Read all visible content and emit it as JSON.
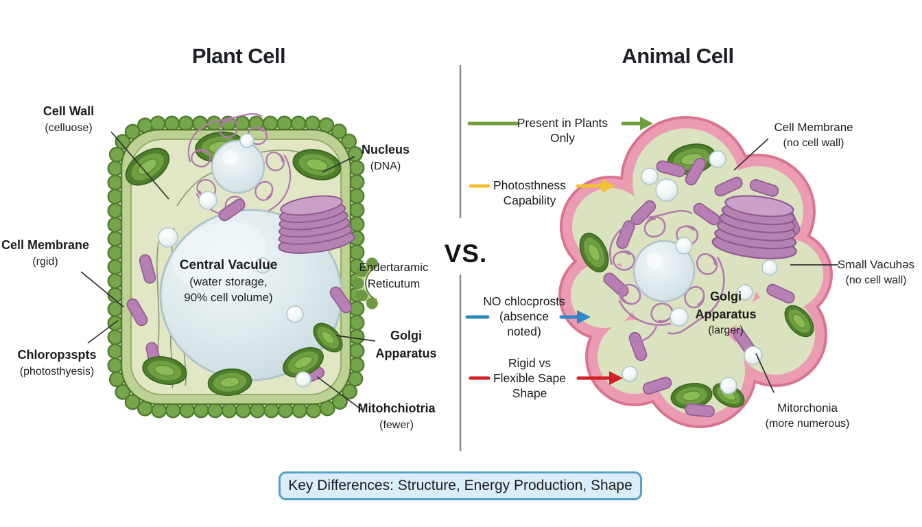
{
  "titles": {
    "plant": "Plant Cell",
    "animal": "Animal Cell",
    "vs": "VS."
  },
  "plant": {
    "labels": {
      "cell_wall": {
        "t": "Cell Wall",
        "s": "(celluose)"
      },
      "cell_membrane": {
        "t": "Cell Membrane",
        "s": "(rgid)"
      },
      "chloroplasts": {
        "t": "Chloropзspts",
        "s": "(photosthyesis)"
      },
      "nucleus": {
        "t": "Nucleus",
        "s": "(DNA)"
      },
      "endoplasmic_reticulum": {
        "t": "Endertaramic",
        "s": "Reticutum"
      },
      "golgi": {
        "t": "Golgi",
        "s": "Apparatus"
      },
      "mitochondria": {
        "t": "Mitohchiotria",
        "s": "(fewer)"
      },
      "central_vacuole": {
        "t": "Central Vaculue",
        "s1": "(water storage,",
        "s2": "90% cell volume)"
      }
    }
  },
  "center": {
    "rows": [
      {
        "l1": "Present in Plants",
        "l2": "Only",
        "color": "#6f9e3f"
      },
      {
        "l1": "Photosthness",
        "l2": "Capability",
        "color": "#f0c330"
      },
      {
        "l1": "NO chlocprosts",
        "l2": "(absence",
        "l3": "noted)",
        "color": "#2e86c3"
      },
      {
        "l1": "Rigid vs",
        "l2": "Flexible Sape",
        "l3": "Shape",
        "color": "#cf2127"
      }
    ]
  },
  "animal": {
    "labels": {
      "cell_membrane": {
        "t": "Cell Membrane",
        "s": "(no cell wall)"
      },
      "small_vacuoles": {
        "t": "Small Vacuhəs",
        "s": "(no cell wall)"
      },
      "golgi": {
        "t1": "Golgi",
        "t2": "Apparatus",
        "s": "(larger)"
      },
      "mitochondria": {
        "t": "Mitorchonia",
        "s": "(more numerous)"
      }
    }
  },
  "footer": {
    "text": "Key Differences: Structure, Energy Production, Shape"
  },
  "colors": {
    "plant_wall_green": "#6b9a43",
    "plant_cytoplasm": "#e1e7c5",
    "membrane_pink": "#eb9cb3",
    "organelle_purple": "#b77fb4",
    "chloroplast_green": "#4f7f2c",
    "vacuole_blue": "#dde9ec",
    "banner_bg": "#dbedf8",
    "banner_border": "#54a1c9",
    "divider_gray": "#8b8b8b",
    "leader_line": "#2f2f2f"
  }
}
